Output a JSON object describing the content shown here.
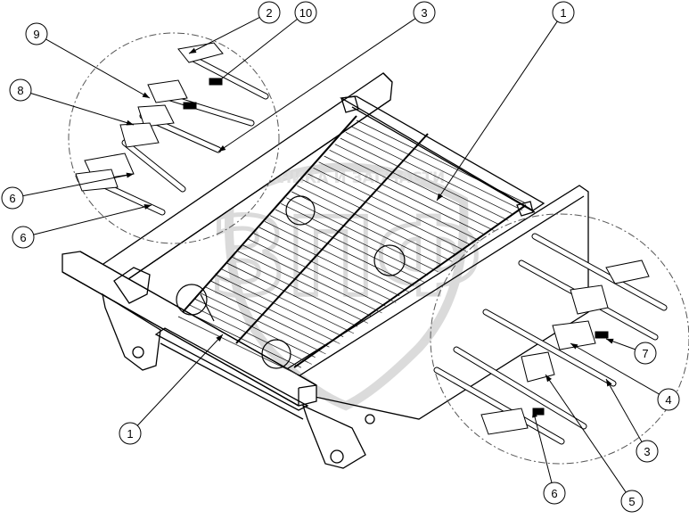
{
  "watermark": {
    "text": "ТЕХНИКА И ЗАПЧАСТИ",
    "logo_letters": "ЗПФ",
    "color": "#bdbdbd"
  },
  "colors": {
    "line": "#000000",
    "detail": "#1a1a1a",
    "background": "#ffffff"
  },
  "callouts": [
    {
      "id": "c2-top",
      "label": "2"
    },
    {
      "id": "c10-top",
      "label": "10"
    },
    {
      "id": "c3-top",
      "label": "3"
    },
    {
      "id": "c1-top",
      "label": "1"
    },
    {
      "id": "c9-left",
      "label": "9"
    },
    {
      "id": "c8-left",
      "label": "8"
    },
    {
      "id": "c6-left-a",
      "label": "6"
    },
    {
      "id": "c6-left-b",
      "label": "6"
    },
    {
      "id": "c1-bottom",
      "label": "1"
    },
    {
      "id": "c7-right",
      "label": "7"
    },
    {
      "id": "c4-right",
      "label": "4"
    },
    {
      "id": "c3-right",
      "label": "3"
    },
    {
      "id": "c6-bottom",
      "label": "6"
    },
    {
      "id": "c5-bottom",
      "label": "5"
    }
  ]
}
